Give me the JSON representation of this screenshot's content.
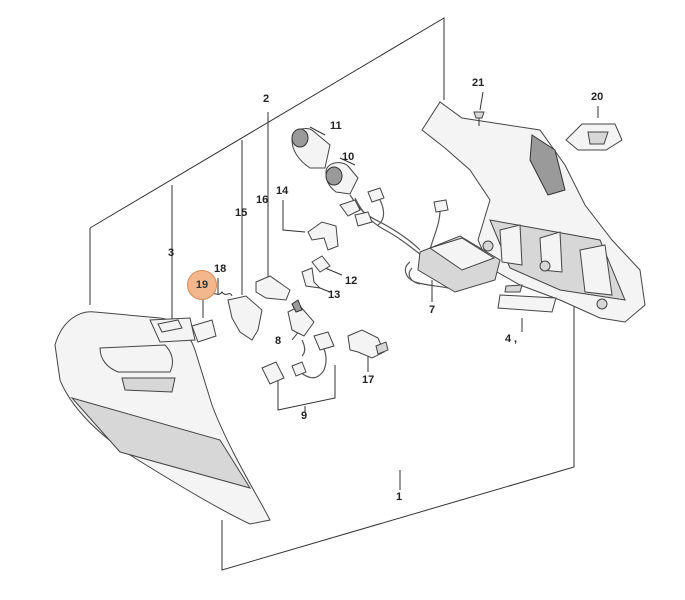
{
  "callouts": {
    "c1": "1",
    "c2": "2",
    "c3": "3",
    "c4": "4",
    "c4_suffix": ",",
    "c7": "7",
    "c8": "8",
    "c9": "9",
    "c10": "10",
    "c11": "11",
    "c12": "12",
    "c13": "13",
    "c14": "14",
    "c15": "15",
    "c16": "16",
    "c17": "17",
    "c18": "18",
    "c19": "19",
    "c20": "20",
    "c21": "21"
  },
  "highlight": {
    "part": "19",
    "color": "#f2b78c"
  }
}
